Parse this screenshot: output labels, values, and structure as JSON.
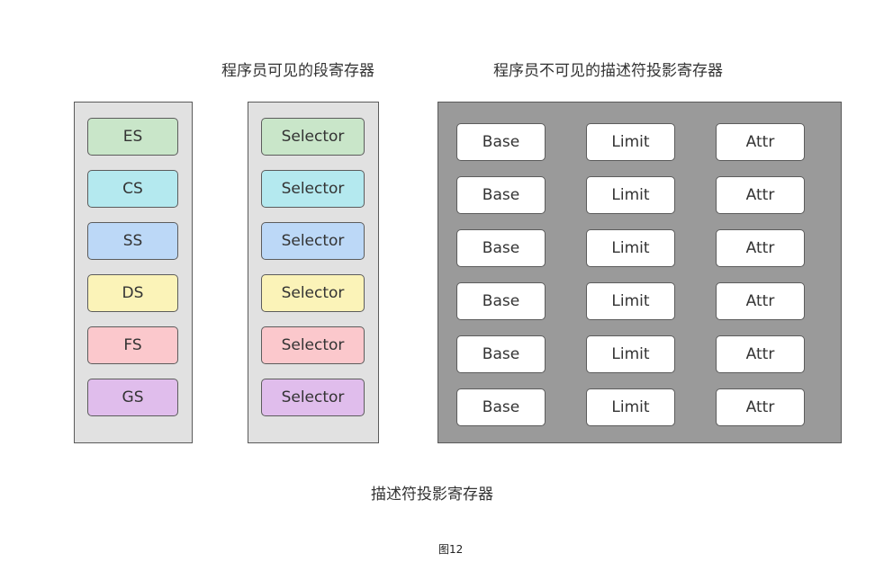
{
  "labels": {
    "visible_title": "程序员可见的段寄存器",
    "invisible_title": "程序员不可见的描述符投影寄存器",
    "bottom_title": "描述符投影寄存器",
    "figure_caption": "图12"
  },
  "segment_registers": [
    {
      "name": "ES",
      "selector": "Selector",
      "color": "#c9e6c9"
    },
    {
      "name": "CS",
      "selector": "Selector",
      "color": "#b4e9ef"
    },
    {
      "name": "SS",
      "selector": "Selector",
      "color": "#bcd8f7"
    },
    {
      "name": "DS",
      "selector": "Selector",
      "color": "#fbf3b8"
    },
    {
      "name": "FS",
      "selector": "Selector",
      "color": "#fbc8cc"
    },
    {
      "name": "GS",
      "selector": "Selector",
      "color": "#e0bdec"
    }
  ],
  "descriptor_fields": [
    "Base",
    "Limit",
    "Attr"
  ],
  "colors": {
    "panel_light": "#e1e1e1",
    "panel_dark": "#9a9a9a",
    "border": "#5c5c5c"
  }
}
